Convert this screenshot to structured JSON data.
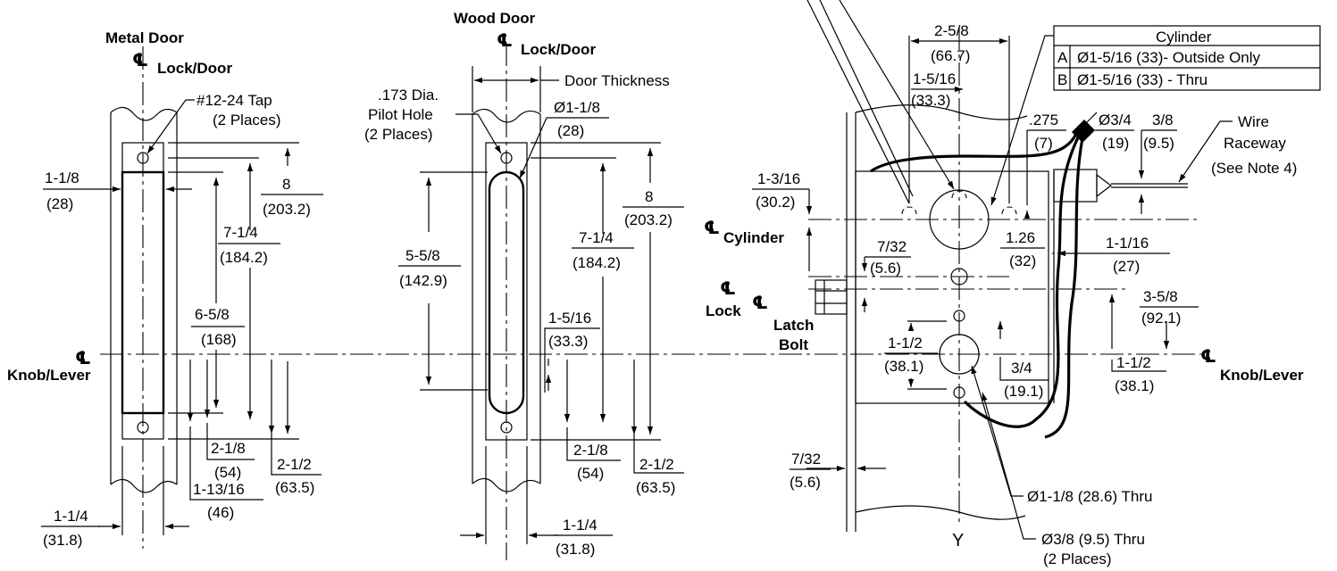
{
  "views": {
    "metal": {
      "title": "Metal Door",
      "centerline_label": "Lock/Door",
      "tap_label": "#12-24 Tap",
      "tap_places": "(2 Places)",
      "d1": [
        "1-1/8",
        "(28)"
      ],
      "d2": [
        "8",
        "(203.2)"
      ],
      "d3": [
        "7-1/4",
        "(184.2)"
      ],
      "d4": [
        "6-5/8",
        "(168)"
      ],
      "d5": [
        "2-1/8",
        "(54)"
      ],
      "d6": [
        "2-1/2",
        "(63.5)"
      ],
      "d7": [
        "1-13/16",
        "(46)"
      ],
      "d8": [
        "1-1/4",
        "(31.8)"
      ]
    },
    "wood": {
      "title": "Wood Door",
      "centerline_label": "Lock/Door",
      "door_thickness": "Door Thickness",
      "pilot_1": ".173 Dia.",
      "pilot_2": "Pilot Hole",
      "pilot_3": "(2 Places)",
      "d1": [
        "Ø1-1/8",
        "(28)"
      ],
      "d2": [
        "8",
        "(203.2)"
      ],
      "d3": [
        "7-1/4",
        "(184.2)"
      ],
      "d4": [
        "5-5/8",
        "(142.9)"
      ],
      "d5": [
        "1-5/16",
        "(33.3)"
      ],
      "d6": [
        "2-1/8",
        "(54)"
      ],
      "d7": [
        "2-1/2",
        "(63.5)"
      ],
      "d8": [
        "1-1/4",
        "(31.8)"
      ]
    },
    "side": {
      "d_top": [
        "2-5/8",
        "(66.7)"
      ],
      "d_mid": [
        "1-5/16",
        "(33.3)"
      ],
      "d_275": [
        ".275",
        "(7)"
      ],
      "d_34": [
        "Ø3/4",
        "(19)"
      ],
      "d_38": [
        "3/8",
        "(9.5)"
      ],
      "wire_1": "Wire",
      "wire_2": "Raceway",
      "wire_3": "(See Note 4)",
      "d_1316": [
        "1-3/16",
        "(30.2)"
      ],
      "cyl_label": "Cylinder",
      "d_126": [
        "1.26",
        "(32)"
      ],
      "d_1116": [
        "1-1/16",
        "(27)"
      ],
      "d_732a": [
        "7/32",
        "(5.6)"
      ],
      "lock_label": "Lock",
      "latch_1": "Latch",
      "latch_2": "Bolt",
      "d_358": [
        "3-5/8",
        "(92.1)"
      ],
      "d_112a": [
        "1-1/2",
        "(38.1)"
      ],
      "d_112b": [
        "1-1/2",
        "(38.1)"
      ],
      "d_34b": [
        "3/4",
        "(19.1)"
      ],
      "d_732b": [
        "7/32",
        "(5.6)"
      ],
      "thru_118": "Ø1-1/8 (28.6) Thru",
      "thru_38_1": "Ø3/8 (9.5) Thru",
      "thru_38_2": "(2 Places)",
      "y_label": "Y"
    },
    "cylinder_table": {
      "header": "Cylinder",
      "rows": [
        {
          "key": "A",
          "value": "Ø1-5/16 (33)- Outside Only"
        },
        {
          "key": "B",
          "value": "Ø1-5/16 (33) - Thru"
        }
      ]
    },
    "knob_label": "Knob/Lever",
    "cl_symbol": "℄"
  }
}
